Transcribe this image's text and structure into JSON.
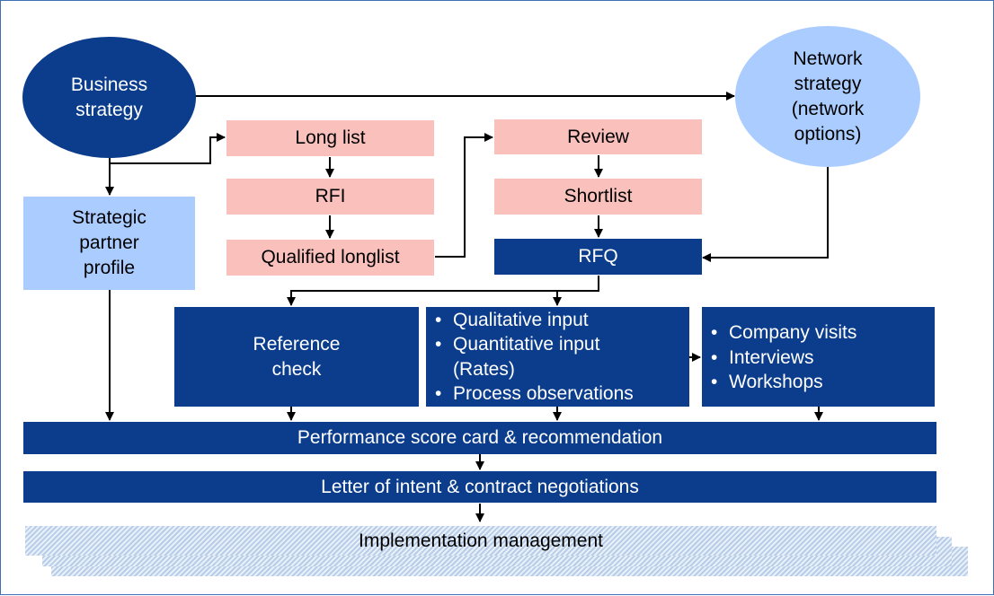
{
  "nodes": {
    "business_strategy": "Business\nstrategy",
    "network_strategy": "Network\nstrategy\n(network\noptions)",
    "long_list": "Long list",
    "rfi": "RFI",
    "qualified_longlist": "Qualified longlist",
    "review": "Review",
    "shortlist": "Shortlist",
    "rfq": "RFQ",
    "strategic_partner_profile": "Strategic\npartner\nprofile",
    "reference_check": "Reference\ncheck",
    "input_items": [
      "Qualitative input",
      "Quantitative input\n(Rates)",
      "Process observations"
    ],
    "visit_items": [
      "Company visits",
      "Interviews",
      "Workshops"
    ],
    "performance_scorecard": "Performance score card & recommendation",
    "letter_of_intent": "Letter of intent & contract negotiations",
    "implementation_management": "Implementation management"
  },
  "colors": {
    "dark_blue": "#0b3d8c",
    "light_blue": "#aaccff",
    "pink": "#f9c0bc",
    "hatch": "#b9cde8",
    "frame": "#3f6fb5"
  }
}
